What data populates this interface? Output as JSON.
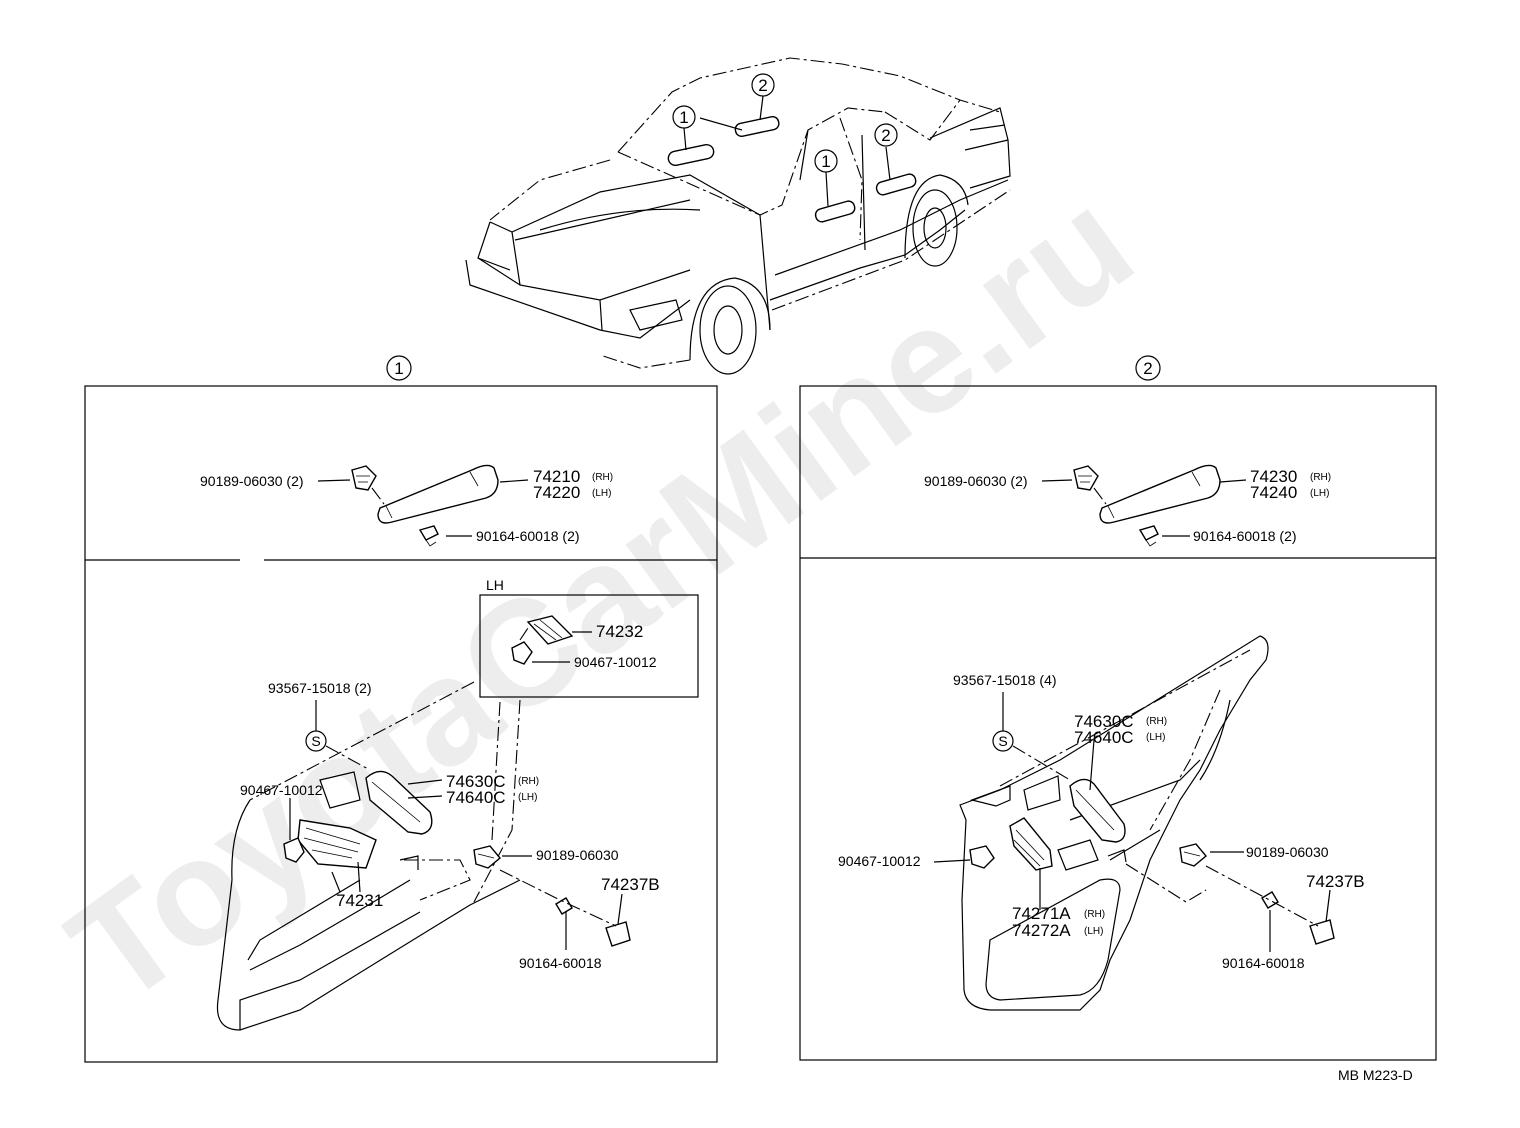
{
  "watermark": "ToyotaCarMine.ru",
  "diagram_code": "MB  M223-D",
  "callouts": {
    "one": "1",
    "two": "2"
  },
  "panel_left": {
    "top": {
      "bracket_label": "90189-06030 (2)",
      "handle_rh": "74210",
      "handle_lh": "74220",
      "rh": "(RH)",
      "lh": "(LH)",
      "screw_label": "90164-60018 (2)"
    },
    "bottom": {
      "inset_title": "LH",
      "inset_part": "74232",
      "inset_clip": "90467-10012",
      "clip_count_label": "93567-15018 (2)",
      "s_symbol": "S",
      "clip_label": "90467-10012",
      "pull_rh": "74630C",
      "pull_lh": "74640C",
      "rh": "(RH)",
      "lh": "(LH)",
      "bracket_label": "90189-06030",
      "switch_base": "74231",
      "cover_label": "74237B",
      "screw_label": "90164-60018"
    }
  },
  "panel_right": {
    "top": {
      "bracket_label": "90189-06030 (2)",
      "handle_rh": "74230",
      "handle_lh": "74240",
      "rh": "(RH)",
      "lh": "(LH)",
      "screw_label": "90164-60018 (2)"
    },
    "bottom": {
      "clip_count_label": "93567-15018 (4)",
      "s_symbol": "S",
      "pull_rh": "74630C",
      "pull_lh": "74640C",
      "rh": "(RH)",
      "lh": "(LH)",
      "clip_label": "90467-10012",
      "base_rh": "74271A",
      "base_lh": "74272A",
      "bracket_label": "90189-06030",
      "cover_label": "74237B",
      "screw_label": "90164-60018"
    }
  }
}
